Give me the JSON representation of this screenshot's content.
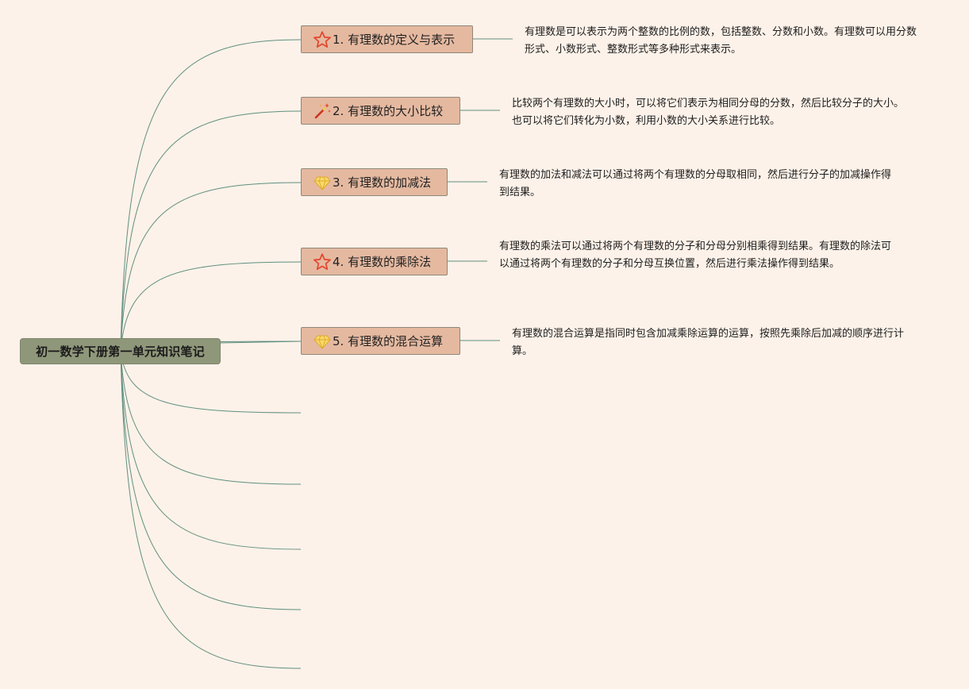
{
  "root": {
    "title": "初一数学下册第一单元知识笔记"
  },
  "topics": [
    {
      "icon": "star-outline-icon",
      "label": "1. 有理数的定义与表示",
      "note": "有理数是可以表示为两个整数的比例的数，包括整数、分数和小数。有理数可以用分数形式、小数形式、整数形式等多种形式来表示。"
    },
    {
      "icon": "magic-wand-icon",
      "label": "2. 有理数的大小比较",
      "note": "比较两个有理数的大小时，可以将它们表示为相同分母的分数，然后比较分子的大小。也可以将它们转化为小数，利用小数的大小关系进行比较。"
    },
    {
      "icon": "gem-icon",
      "label": "3. 有理数的加减法",
      "note": "有理数的加法和减法可以通过将两个有理数的分母取相同，然后进行分子的加减操作得到结果。"
    },
    {
      "icon": "star-outline-icon",
      "label": "4. 有理数的乘除法",
      "note": "有理数的乘法可以通过将两个有理数的分子和分母分别相乘得到结果。有理数的除法可以通过将两个有理数的分子和分母互换位置，然后进行乘法操作得到结果。"
    },
    {
      "icon": "gem-icon",
      "label": "5. 有理数的混合运算",
      "note": "有理数的混合运算是指同时包含加减乘除运算的运算，按照先乘除后加减的顺序进行计算。"
    }
  ],
  "colors": {
    "background": "#fdf2e9",
    "root_fill": "#8f977a",
    "topic_fill": "#e5b9a0",
    "topic_border": "#8e8779",
    "connector": "#5f8f80",
    "star": "#e3452d",
    "gem": "#f2c94c"
  }
}
